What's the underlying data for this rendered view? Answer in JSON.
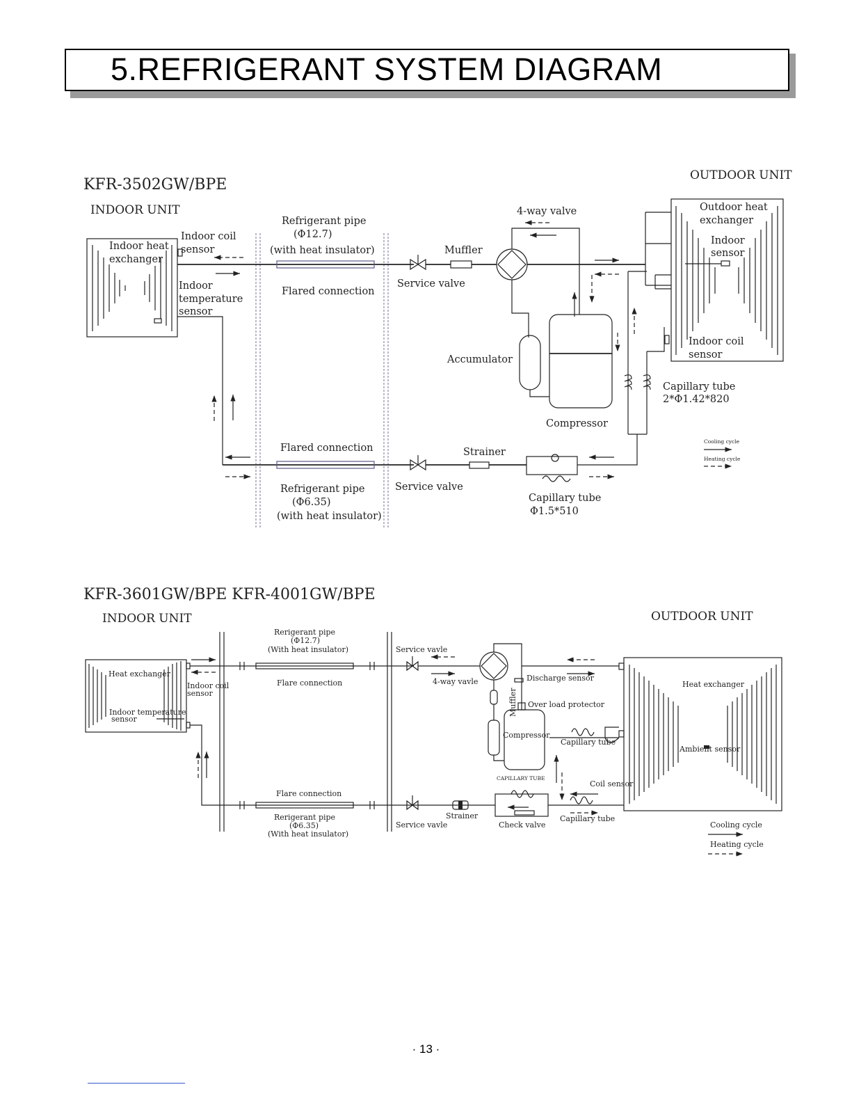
{
  "title": "5.REFRIGERANT  SYSTEM  DIAGRAM",
  "page_number": "· 13 ·",
  "diagram1": {
    "model": "KFR-3502GW/BPE",
    "indoor_unit": "INDOOR UNIT",
    "outdoor_unit": "OUTDOOR UNIT",
    "indoor_heat_exchanger": [
      "Indoor heat",
      "exchanger"
    ],
    "indoor_coil_sensor": [
      "Indoor coil",
      "sensor"
    ],
    "indoor_temperature_sensor": [
      "Indoor",
      "temperature",
      "sensor"
    ],
    "pipe_top": [
      "Refrigerant pipe",
      "(Φ12.7)",
      "(with heat insulator)"
    ],
    "flared_top": "Flared connection",
    "flared_bottom": "Flared connection",
    "pipe_bottom": [
      "Refrigerant pipe",
      "(Φ6.35)",
      "(with heat insulator)"
    ],
    "four_way_valve": "4-way valve",
    "muffler": "Muffler",
    "service_valve_top": "Service valve",
    "service_valve_bottom": "Service valve",
    "accumulator": "Accumulator",
    "compressor": "Compressor",
    "strainer": "Strainer",
    "outdoor_heat_exchanger": [
      "Outdoor heat",
      "exchanger"
    ],
    "indoor_sensor": [
      "Indoor",
      "sensor"
    ],
    "outdoor_coil_sensor": [
      "Indoor coil",
      "sensor"
    ],
    "capillary_tube_right": [
      "Capillary tube",
      "2*Φ1.42*820"
    ],
    "capillary_tube_bottom": [
      "Capillary tube",
      "Φ1.5*510"
    ],
    "legend_cooling": "Cooling cycle",
    "legend_heating": "Heating cycle"
  },
  "diagram2": {
    "model": "KFR-3601GW/BPE   KFR-4001GW/BPE",
    "indoor_unit": "INDOOR UNIT",
    "outdoor_unit": "OUTDOOR UNIT",
    "heat_exchanger_left": "Heat exchanger",
    "indoor_coil_sensor": [
      "Indoor coil",
      "sensor"
    ],
    "indoor_temperature_sensor": [
      "Indoor temperature",
      "sensor"
    ],
    "pipe_top": [
      "Rerigerant pipe",
      "(Φ12.7)",
      "(With heat insulator)"
    ],
    "flare_top": "Flare connection",
    "flare_bottom": "Flare connection",
    "pipe_bottom": [
      "Rerigerant pipe",
      "(Φ6.35)",
      "(With heat insulator)"
    ],
    "service_valve_top": "Service vavle",
    "service_valve_bottom": "Service vavle",
    "four_way_valve": "4-way vavle",
    "muffler": "Muffler",
    "discharge_sensor": "Discharge sensor",
    "overload_protector": "Over load protector",
    "compressor": "Compressor",
    "capillary_tube_upper": "Capillary tube",
    "capillary_tube_lower": "Capillary tube",
    "capillary_tube_small": "CAPILLARY TUBE",
    "check_valve": "Check valve",
    "strainer": "Strainer",
    "coil_sensor": "Coil sensor",
    "heat_exchanger_right": "Heat exchanger",
    "ambient_sensor": "Ambient sensor",
    "legend_cooling": "Cooling cycle",
    "legend_heating": "Heating cycle"
  }
}
